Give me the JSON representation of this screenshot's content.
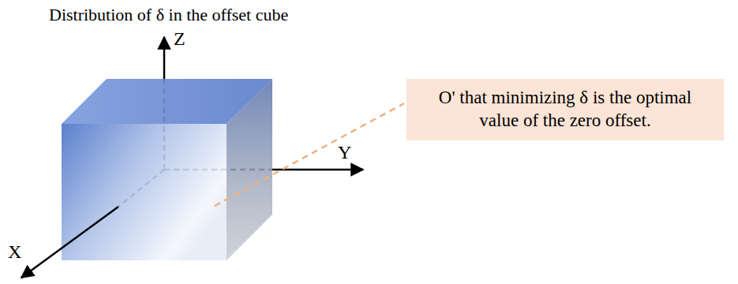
{
  "diagram": {
    "title": "Distribution of δ in the offset cube",
    "nodes": [
      {
        "text": [
          "O' that minimizing δ is the optimal value of the zero offset."
        ]
      }
    ],
    "labels": [
      "Z",
      "Y",
      "X"
    ]
  }
}
